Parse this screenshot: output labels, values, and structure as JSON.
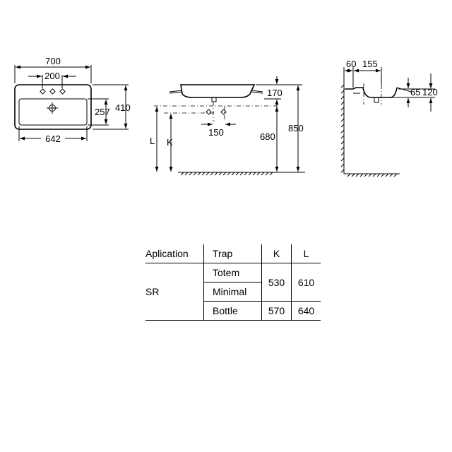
{
  "drawing": {
    "top_view": {
      "width_outer": "700",
      "tap_spacing": "200",
      "depth_outer": "410",
      "depth_inner": "257",
      "width_inner": "642"
    },
    "front_view": {
      "basin_height": "170",
      "waste_offset": "150",
      "height_680": "680",
      "height_850": "850",
      "label_l": "L",
      "label_k": "K"
    },
    "side_view": {
      "dim_60": "60",
      "dim_155": "155",
      "dim_65": "65",
      "dim_120": "120"
    }
  },
  "table": {
    "headers": [
      "Aplication",
      "Trap",
      "K",
      "L"
    ],
    "application": "SR",
    "traps": [
      "Totem",
      "Minimal",
      "Bottle"
    ],
    "k_values": [
      "530",
      "570"
    ],
    "l_values": [
      "610",
      "640"
    ]
  }
}
